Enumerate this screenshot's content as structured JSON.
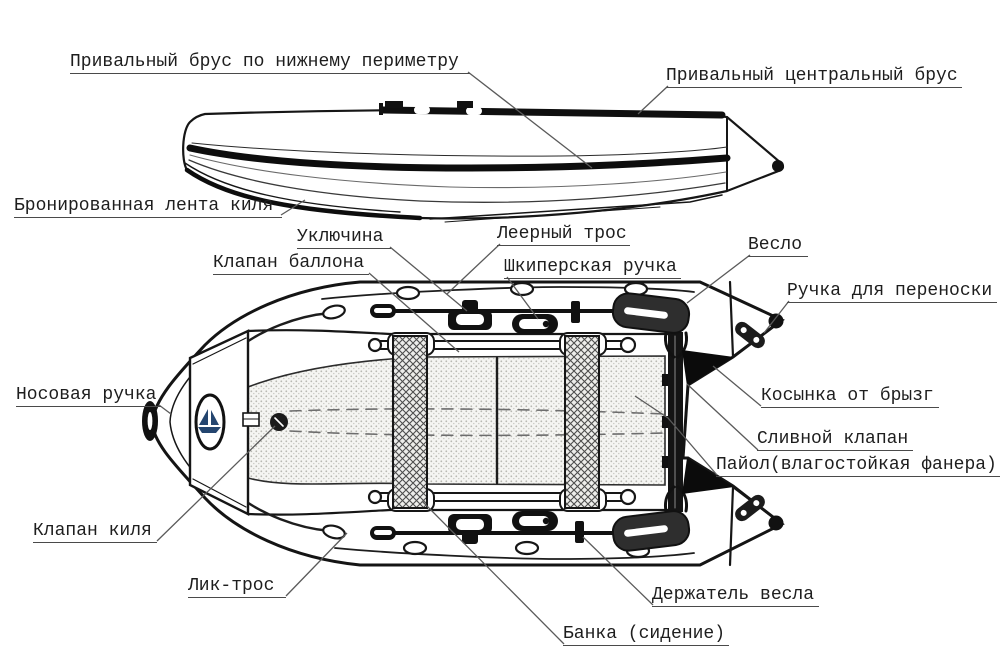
{
  "diagram": {
    "type": "inflatable-boat-parts-diagram",
    "views": {
      "side_view": "боковой вид лодки",
      "top_view": "вид сверху лодки"
    },
    "labels": {
      "pereval_perimeter": "Привальный брус по нижнему периметру",
      "pereval_central": "Привальный центральный брус",
      "bron_lenta": "Бронированная лента киля",
      "uklyuchina": "Уключина",
      "leer_tros": "Леерный трос",
      "klapan_ballona": "Клапан баллона",
      "shkiperskaya": "Шкиперская ручка",
      "veslo": "Весло",
      "ruchka_perenoski": "Ручка для переноски",
      "nosovaya_ruchka": "Носовая ручка",
      "kosynka": "Косынка от брызг",
      "slivnoy_klapan": "Сливной клапан",
      "payol": "Пайол(влагостойкая фанера)",
      "klapan_kilya": "Клапан киля",
      "lik_tros": "Лик-трос",
      "derzhatel_vesla": "Держатель весла",
      "banka": "Банка (сидение)"
    },
    "icons": {
      "bow_logo": "sailboat-icon"
    },
    "colors": {
      "ink": "#161616",
      "leader": "#5a5a5a",
      "logo_navy": "#24456f",
      "floor_fill": "#f5f5f2",
      "blade_fill": "#2e2e2e"
    }
  }
}
